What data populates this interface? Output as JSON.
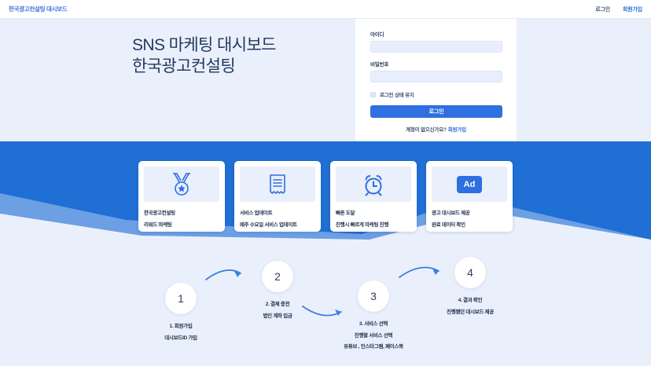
{
  "header": {
    "brand": "한국광고컨설팅 대시보드",
    "nav": [
      {
        "label": "로그인",
        "name": "login"
      },
      {
        "label": "회원가입",
        "name": "signup"
      }
    ]
  },
  "hero": {
    "title": "SNS 마케팅 대시보드\n한국광고컨설팅"
  },
  "login": {
    "id_label": "아이디",
    "id_value": "",
    "id_placeholder": "",
    "pw_label": "비밀번호",
    "pw_value": "",
    "pw_placeholder": "",
    "keep_label": "로그인 상태 유지",
    "submit_label": "로그인",
    "helper_text": "계정이 없으신가요?",
    "helper_link": "회원가입"
  },
  "cards": [
    {
      "icon": "medal-icon",
      "line1": "한국광고컨설팅",
      "line2": "리워드 마케팅"
    },
    {
      "icon": "receipt-icon",
      "line1": "서비스 업데이트",
      "line2": "매주 수요일 서비스 업데이트"
    },
    {
      "icon": "alarm-clock-icon",
      "line1": "빠른 도달",
      "line2": "진행시 빠르게 마케팅 진행"
    },
    {
      "icon": "ad-badge-icon",
      "line1": "광고 대시보드 제공",
      "line2": "완료 데이터 확인",
      "badge_text": "Ad"
    }
  ],
  "steps": [
    {
      "number": "1",
      "line1": "1. 회원가입",
      "line2": "대시보드ID 가입",
      "line3": ""
    },
    {
      "number": "2",
      "line1": "2. 결제 충전",
      "line2": "법인 계좌 입금",
      "line3": ""
    },
    {
      "number": "3",
      "line1": "3. 서비스 선택",
      "line2": "진행할 서비스 선택",
      "line3": "유튜브 , 인스타그램, 페이스북"
    },
    {
      "number": "4",
      "line1": "4. 결과 확인",
      "line2": "진행됐던 대시보드 제공",
      "line3": ""
    }
  ],
  "colors": {
    "page_bg": "#eaf0fb",
    "brand_blue": "#2f6fe0",
    "band_blue": "#1f6fd4",
    "band_mid": "#7ba8e6",
    "band_light": "#eaf0fb",
    "text_dark": "#24334f"
  }
}
